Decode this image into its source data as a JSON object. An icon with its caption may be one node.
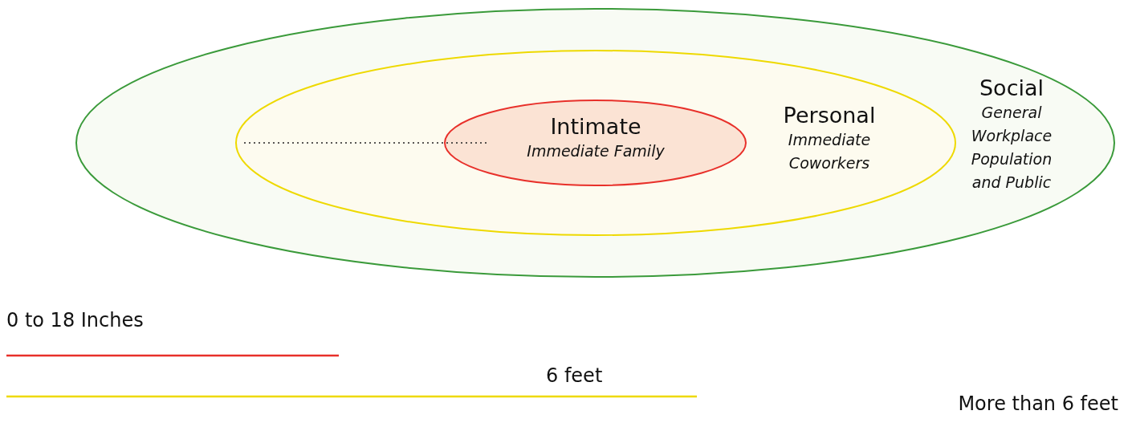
{
  "diagram": {
    "nodes": [
      {
        "text": [
          "Social",
          "General Workplace Population and Public"
        ]
      },
      {
        "text": [
          "Personal",
          "Immediate Coworkers"
        ],
        "in": 0
      },
      {
        "text": [
          "Intimate",
          "Immediate Family"
        ],
        "in": 1
      }
    ],
    "labels": [
      "0 to 18 Inches",
      "6 feet",
      "More than 6 feet"
    ]
  }
}
